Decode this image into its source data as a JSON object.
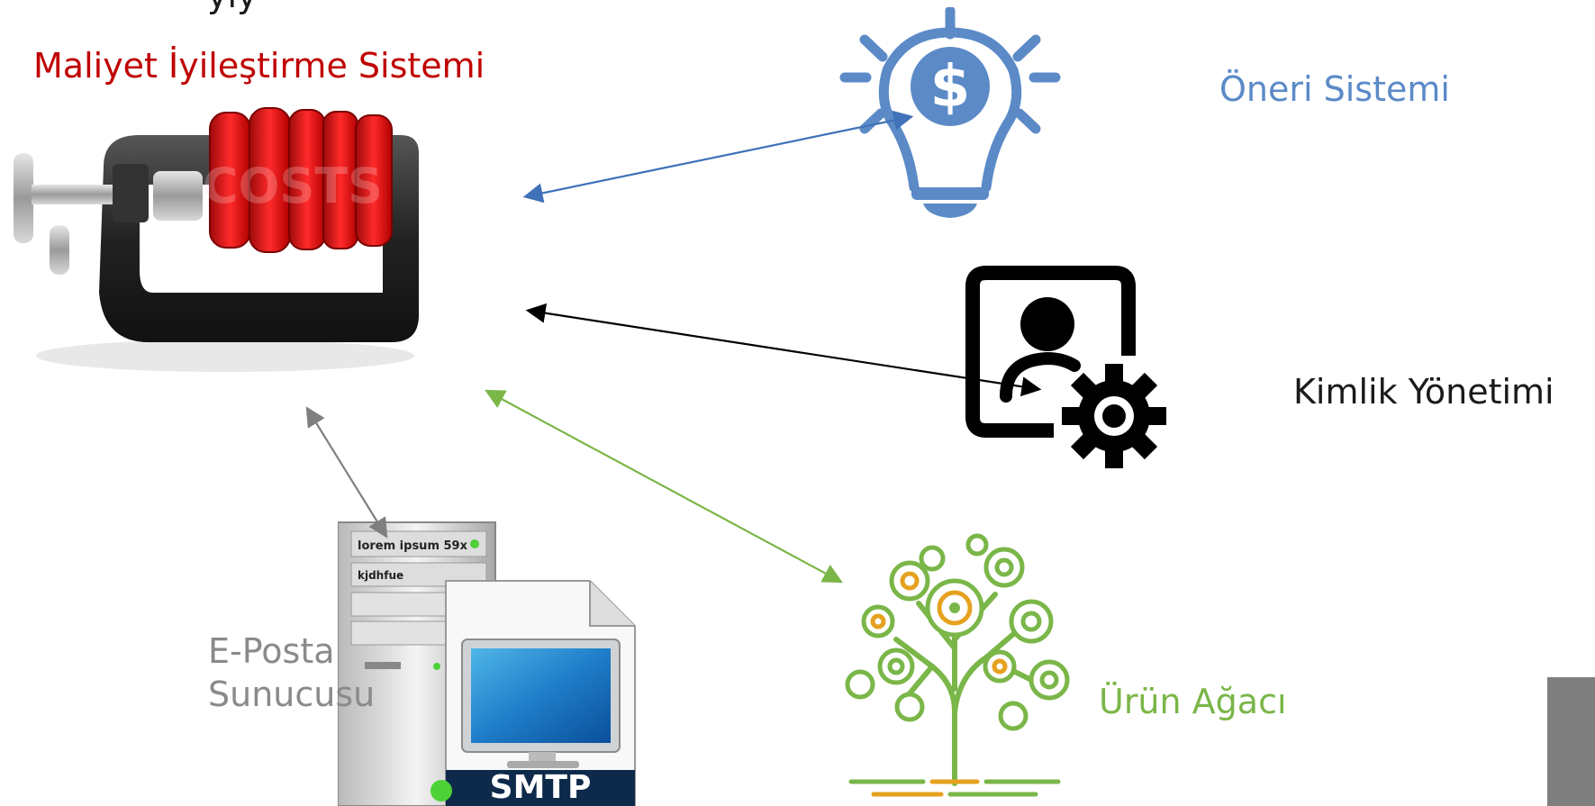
{
  "diagram": {
    "top_partial_text": "yiy",
    "nodes": {
      "main": {
        "label": "Maliyet İyileştirme Sistemi",
        "image_text": "COSTS"
      },
      "oneri": {
        "label": "Öneri Sistemi",
        "icon": "lightbulb-dollar-icon"
      },
      "kimlik": {
        "label": "Kimlik Yönetimi",
        "icon": "user-gear-icon"
      },
      "eposta": {
        "label": "E-Posta Sunucusu",
        "icon": "smtp-server-icon",
        "image_texts": [
          "lorem ipsum 59x",
          "kjdhfue",
          "SMTP"
        ]
      },
      "urun": {
        "label": "Ürün Ağacı",
        "icon": "tree-icon"
      }
    },
    "colors": {
      "main": "#c00000",
      "oneri": "#5b8ac7",
      "kimlik": "#1a1a1a",
      "eposta": "#8a8a8a",
      "urun": "#7ab648"
    }
  }
}
